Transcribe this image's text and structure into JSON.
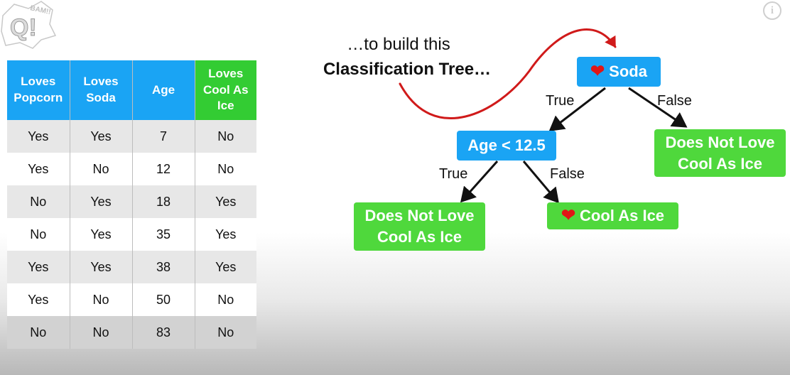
{
  "logo": {
    "text": "Q!",
    "badge": "BAM!!"
  },
  "info_icon": "i",
  "table": {
    "headers": [
      "Loves\nPopcorn",
      "Loves\nSoda",
      "Age",
      "Loves\nCool As\nIce"
    ],
    "rows": [
      [
        "Yes",
        "Yes",
        "7",
        "No"
      ],
      [
        "Yes",
        "No",
        "12",
        "No"
      ],
      [
        "No",
        "Yes",
        "18",
        "Yes"
      ],
      [
        "No",
        "Yes",
        "35",
        "Yes"
      ],
      [
        "Yes",
        "Yes",
        "38",
        "Yes"
      ],
      [
        "Yes",
        "No",
        "50",
        "No"
      ],
      [
        "No",
        "No",
        "83",
        "No"
      ]
    ]
  },
  "caption": {
    "line1": "…to build this",
    "line2": "Classification Tree…"
  },
  "tree": {
    "root": {
      "label": "Soda",
      "icon": "heart-icon"
    },
    "root_true": "True",
    "root_false": "False",
    "age_node": {
      "label": "Age < 12.5"
    },
    "root_false_leaf": {
      "label": "Does Not Love\nCool As Ice"
    },
    "age_true": "True",
    "age_false": "False",
    "age_true_leaf": {
      "label": "Does Not Love\nCool As Ice"
    },
    "age_false_leaf": {
      "label": "Cool As Ice",
      "icon": "heart-icon"
    }
  },
  "colors": {
    "header_blue": "#1aa4f4",
    "header_green": "#33cc33",
    "node_blue": "#1aa4f4",
    "leaf_green": "#4fd83c",
    "curve_red": "#d01a1a",
    "heart_red": "#e01616"
  }
}
